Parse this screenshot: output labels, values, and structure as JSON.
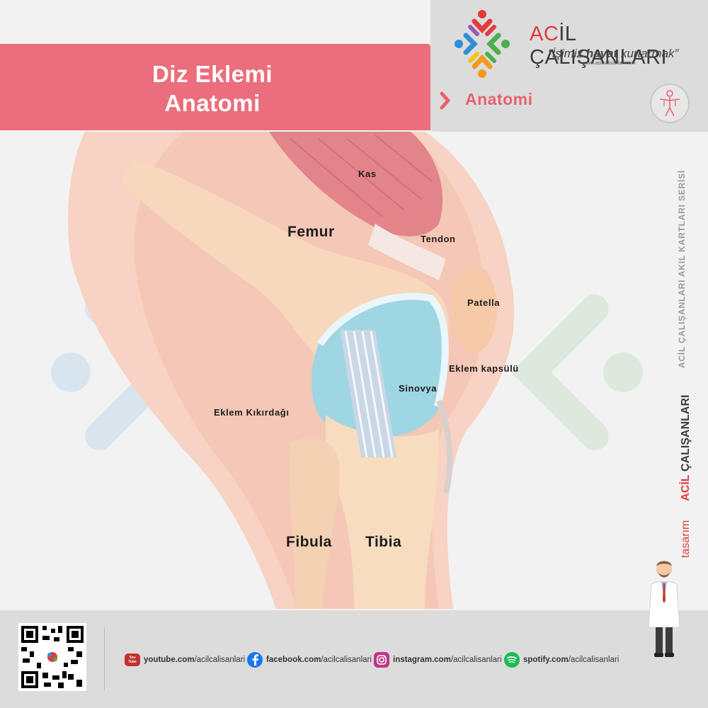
{
  "header": {
    "title_line1": "Diz Eklemi",
    "title_line2": "Anatomi",
    "brand": "AC",
    "brand_rest": "İL ÇALIŞANLARI",
    "slogan_open": "“İşimiz ",
    "slogan_bold": "hayat",
    "slogan_close": " kurtarmak”",
    "url": "www.acilcalisanlari.com",
    "category": "Anatomi"
  },
  "labels": {
    "kas": "Kas",
    "femur": "Femur",
    "tendon": "Tendon",
    "patella": "Patella",
    "eklem_kapsulu": "Eklem kapsülü",
    "sinovya": "Sinovya",
    "eklem_kikirdagi": "Eklem Kıkırdağı",
    "fibula": "Fibula",
    "tibia": "Tibia"
  },
  "side": {
    "series": "ACİL ÇALIŞANLARI AKIL KARTLARI SERİSİ",
    "tasarim": "tasarım",
    "acil": "ACİL",
    "calisanlari": "ÇALIŞANLARI"
  },
  "footer": {
    "youtube_domain": "youtube.com",
    "youtube_handle": "/acilcalisanlari",
    "facebook_domain": "facebook.com",
    "facebook_handle": "/acilcalisanlari",
    "instagram_domain": "instagram.com",
    "instagram_handle": "/acilcalisanlari",
    "spotify_domain": "spotify.com",
    "spotify_handle": "/acilcalisanlari",
    "youtube_icon_text": "You Tube"
  },
  "colors": {
    "title_bar": "#ec6d7b",
    "brand_red": "#e23b3b",
    "panel_gray": "#dcdcdc",
    "skin": "#f6c9b6",
    "bone": "#f7dcc0",
    "muscle": "#e98a8f",
    "synovial": "#9fd6e3"
  }
}
